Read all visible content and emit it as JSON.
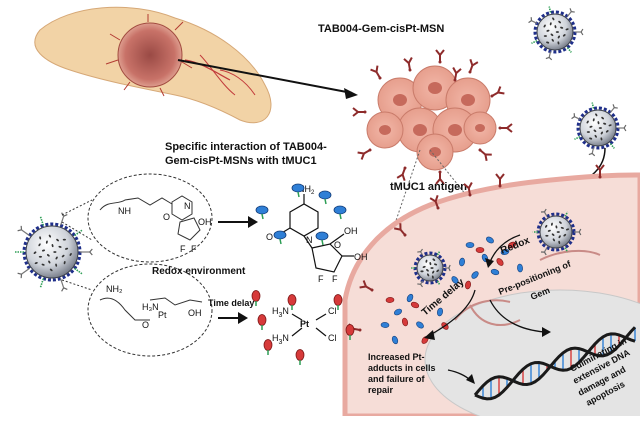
{
  "title_nanoparticle": "TAB004-Gem-cisPt-MSN",
  "label_interaction_line1": "Specific interaction of TAB004-",
  "label_interaction_line2": "Gem-cisPt-MSNs with tMUC1",
  "label_antigen": "tMUC1 antigen",
  "label_redox_env": "Redox environment",
  "label_time_delay_left": "Time delay",
  "label_redox_cell": "Redox",
  "label_time_delay_cell": "Time delay",
  "label_prepos_line1": "Pre-positioning of",
  "label_prepos_line2": "Gem",
  "label_pt_line1": "Increased Pt-",
  "label_pt_line2": "adducts in cells",
  "label_pt_line3": "and failure of",
  "label_pt_line4": "repair",
  "label_dna_line1": "Culminating in",
  "label_dna_line2": "extensive DNA",
  "label_dna_line3": "damage and",
  "label_dna_line4": "apoptosis",
  "gem_chem": {
    "nh2": "NH",
    "o1": "O",
    "n": "N",
    "oh1": "OH",
    "o2": "O",
    "f1": "F",
    "f2": "F",
    "oh2": "OH"
  },
  "pt_chem": {
    "h3n_top": "H",
    "n_top": "N",
    "pt": "Pt",
    "cl_top": "Cl",
    "h3n_bot": "H",
    "n_bot": "N",
    "cl_bot": "Cl"
  },
  "colors": {
    "pancreas": "#f2d3a6",
    "tumor": "#d98a7c",
    "cell_membrane": "#e8a9a0",
    "cell_fill": "#f6ddd7",
    "nucleus": "#e4e4e4",
    "gem_blue": "#2f7fd6",
    "pt_red": "#d63a3a",
    "antibody": "#8e2b2b"
  }
}
